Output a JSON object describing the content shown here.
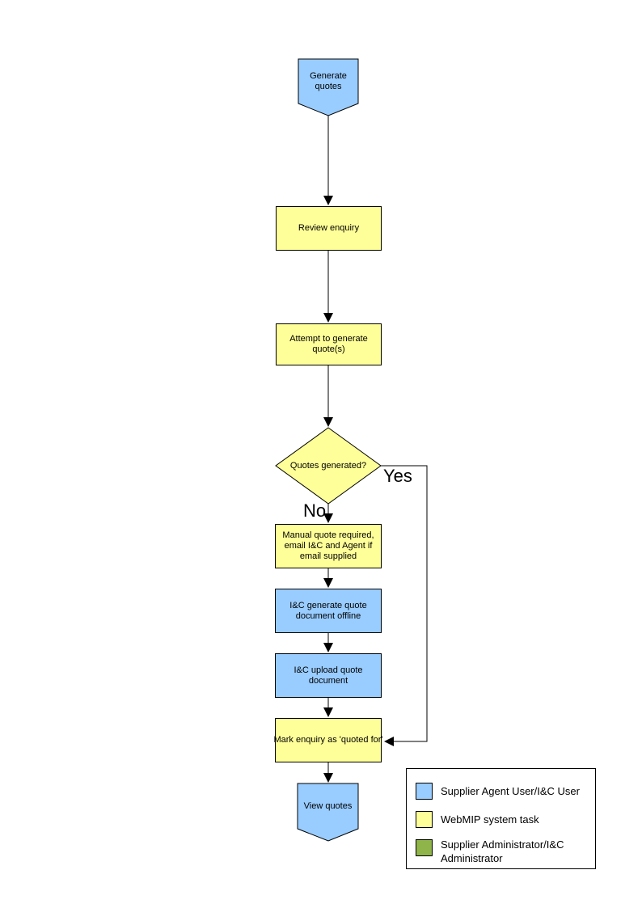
{
  "diagram": {
    "nodes": [
      {
        "id": "start",
        "label": "Generate quotes",
        "shape": "pentagon-terminator",
        "fill": "#99CCFF"
      },
      {
        "id": "review",
        "label": "Review enquiry",
        "shape": "rect",
        "fill": "#FFFF99"
      },
      {
        "id": "attempt",
        "label": "Attempt to generate quote(s)",
        "shape": "rect",
        "fill": "#FFFF99"
      },
      {
        "id": "decision",
        "label": "Quotes generated?",
        "shape": "diamond",
        "fill": "#FFFF99"
      },
      {
        "id": "manual",
        "label": "Manual quote required, email I&C and Agent if email supplied",
        "shape": "rect",
        "fill": "#FFFF99"
      },
      {
        "id": "offline",
        "label": "I&C generate quote document offline",
        "shape": "rect",
        "fill": "#99CCFF"
      },
      {
        "id": "upload",
        "label": "I&C upload quote document",
        "shape": "rect",
        "fill": "#99CCFF"
      },
      {
        "id": "mark",
        "label": "Mark enquiry as 'quoted for'",
        "shape": "rect",
        "fill": "#FFFF99"
      },
      {
        "id": "end",
        "label": "View quotes",
        "shape": "pentagon-terminator",
        "fill": "#99CCFF"
      }
    ],
    "edges": [
      {
        "from": "start",
        "to": "review",
        "label": ""
      },
      {
        "from": "review",
        "to": "attempt",
        "label": ""
      },
      {
        "from": "attempt",
        "to": "decision",
        "label": ""
      },
      {
        "from": "decision",
        "to": "manual",
        "label": "No"
      },
      {
        "from": "manual",
        "to": "offline",
        "label": ""
      },
      {
        "from": "offline",
        "to": "upload",
        "label": ""
      },
      {
        "from": "upload",
        "to": "mark",
        "label": ""
      },
      {
        "from": "decision",
        "to": "mark",
        "label": "Yes"
      },
      {
        "from": "mark",
        "to": "end",
        "label": ""
      }
    ],
    "legend": {
      "items": [
        {
          "label": "Supplier Agent User/I&C User",
          "color": "#99CCFF"
        },
        {
          "label": "WebMIP system task",
          "color": "#FFFF99"
        },
        {
          "label": "Supplier Administrator/I&C Administrator",
          "color": "#8FB44A"
        }
      ]
    },
    "colors": {
      "user_task": "#99CCFF",
      "system_task": "#FFFF99",
      "admin_task": "#8FB44A",
      "line": "#000000"
    }
  }
}
